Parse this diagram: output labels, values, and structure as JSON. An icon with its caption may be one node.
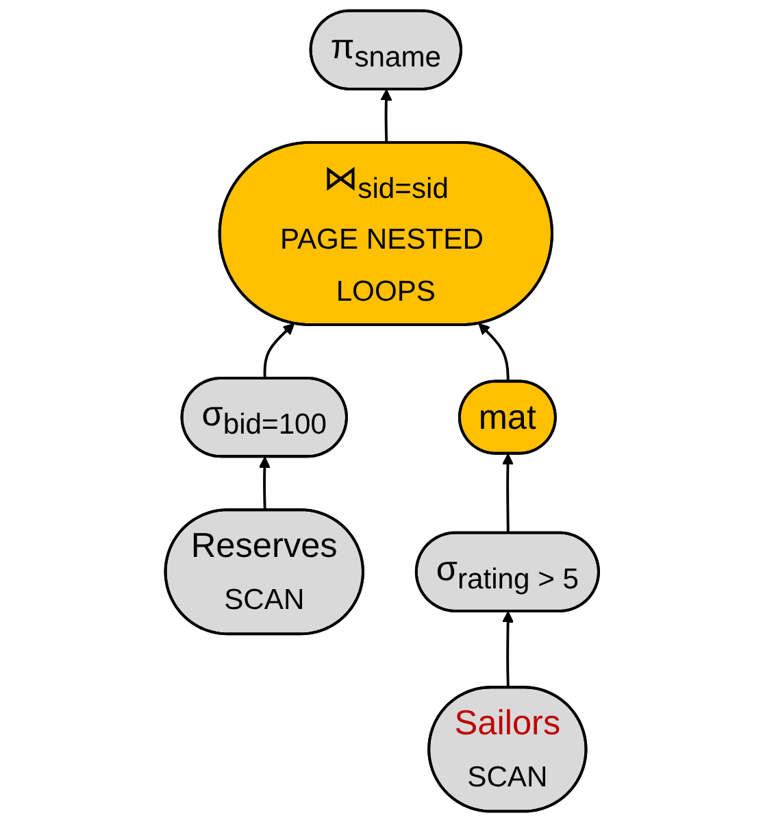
{
  "diagram": {
    "nodes": [
      {
        "text": [
          "π$_{sname}$"
        ]
      },
      {
        "text": [
          "⋈$_{sid=sid}$",
          "PAGE NESTED LOOPS"
        ]
      },
      {
        "text": [
          "σ$_{bid=100}$"
        ]
      },
      {
        "text": [
          "mat"
        ]
      },
      {
        "text": [
          "Reserves",
          "SCAN"
        ]
      },
      {
        "text": [
          "σ$_{rating > 5}$"
        ]
      },
      {
        "text": [
          "Sailors",
          "SCAN"
        ]
      }
    ],
    "edges": [
      {
        "from": 1,
        "to": 0,
        "arrow": "to"
      },
      {
        "from": 2,
        "to": 1,
        "arrow": "to"
      },
      {
        "from": 3,
        "to": 1,
        "arrow": "to"
      },
      {
        "from": 4,
        "to": 2,
        "arrow": "to"
      },
      {
        "from": 5,
        "to": 3,
        "arrow": "to"
      },
      {
        "from": 6,
        "to": 5,
        "arrow": "to"
      }
    ]
  }
}
